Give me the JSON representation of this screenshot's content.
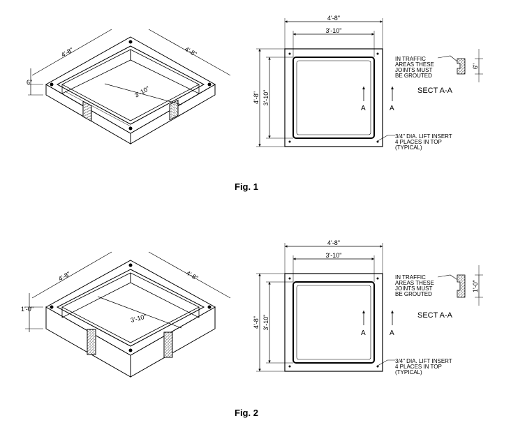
{
  "figures": [
    {
      "caption": "Fig. 1",
      "iso": {
        "dim_left": "4'-8\"",
        "dim_right": "4'-8\"",
        "dim_inner": "3'-10\"",
        "dim_height": "6\""
      },
      "plan": {
        "outer_width": "4'-8\"",
        "inner_width": "3'-10\"",
        "outer_height": "4'-8\"",
        "inner_height": "3'-10\""
      },
      "section": {
        "dim": "6\"",
        "title": "SECT A-A",
        "cut_left": "A",
        "cut_right": "A"
      },
      "notes": {
        "grout": [
          "IN TRAFFIC",
          "AREAS THESE",
          "JOINTS MUST",
          "BE GROUTED"
        ],
        "lift": [
          "3/4\" DIA. LIFT INSERT",
          "4 PLACES IN TOP",
          "(TYPICAL)"
        ]
      }
    },
    {
      "caption": "Fig. 2",
      "iso": {
        "dim_left": "4'-8\"",
        "dim_right": "4'-8\"",
        "dim_inner": "3'-10\"",
        "dim_height": "1'-0\""
      },
      "plan": {
        "outer_width": "4'-8\"",
        "inner_width": "3'-10\"",
        "outer_height": "4'-8\"",
        "inner_height": "3'-10\""
      },
      "section": {
        "dim": "1'-0\"",
        "title": "SECT A-A",
        "cut_left": "A",
        "cut_right": "A"
      },
      "notes": {
        "grout": [
          "IN TRAFFIC",
          "AREAS THESE",
          "JOINTS MUST",
          "BE GROUTED"
        ],
        "lift": [
          "3/4\" DIA. LIFT INSERT",
          "4 PLACES IN TOP",
          "(TYPICAL)"
        ]
      }
    }
  ]
}
